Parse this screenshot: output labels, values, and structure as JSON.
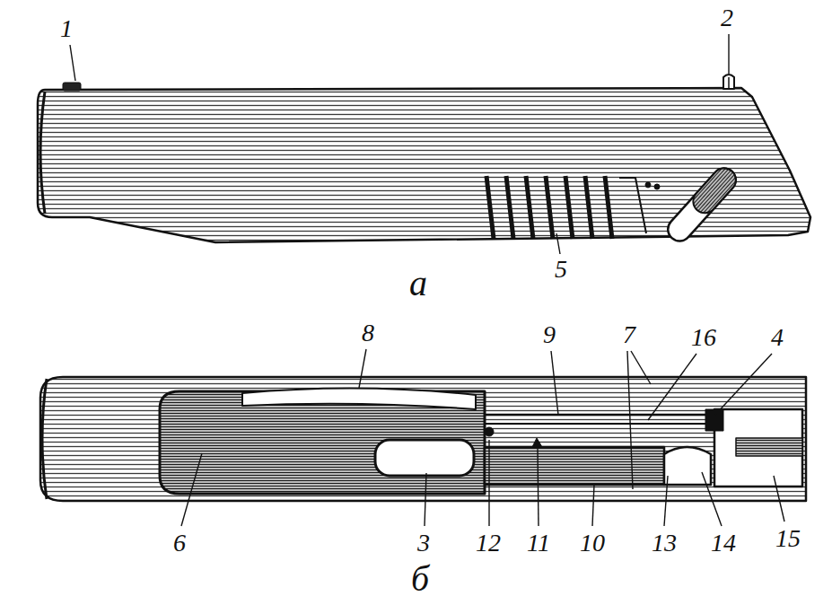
{
  "diagram": {
    "labels": [
      "1",
      "2",
      "5",
      "а",
      "8",
      "9",
      "7",
      "16",
      "4",
      "6",
      "3",
      "12",
      "11",
      "10",
      "13",
      "14",
      "15",
      "б"
    ]
  }
}
